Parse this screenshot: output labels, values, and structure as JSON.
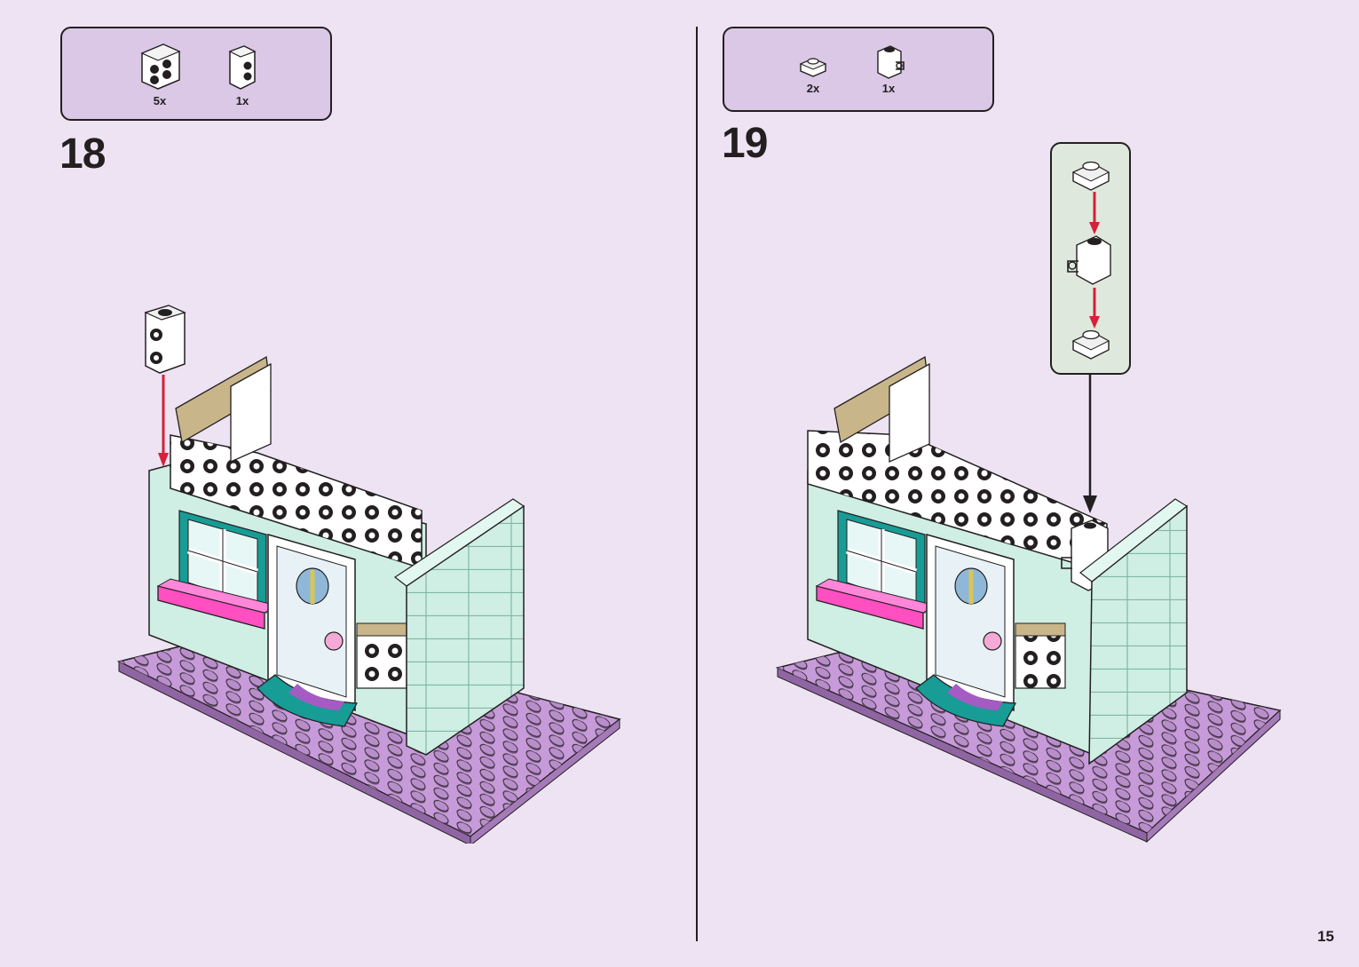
{
  "page": {
    "number": "15"
  },
  "steps": [
    {
      "number": "18",
      "parts": [
        {
          "icon": "brick-1x2-side-studs-icon",
          "qty": "5x"
        },
        {
          "icon": "brick-1x1-side-studs-icon",
          "qty": "1x"
        }
      ]
    },
    {
      "number": "19",
      "parts": [
        {
          "icon": "round-plate-1x1-icon",
          "qty": "2x"
        },
        {
          "icon": "brick-1x1-clip-icon",
          "qty": "1x"
        }
      ]
    }
  ],
  "colors": {
    "background": "#ede3f2",
    "parts_panel": "#dac8e6",
    "callout_panel": "#dfe8dc",
    "baseplate": "#c79bd9",
    "wall": "#cfeee4",
    "window_frame": "#179c96",
    "flower_box": "#ff4fc1",
    "tan": "#c8b58a",
    "arrow": "#d5213a"
  }
}
